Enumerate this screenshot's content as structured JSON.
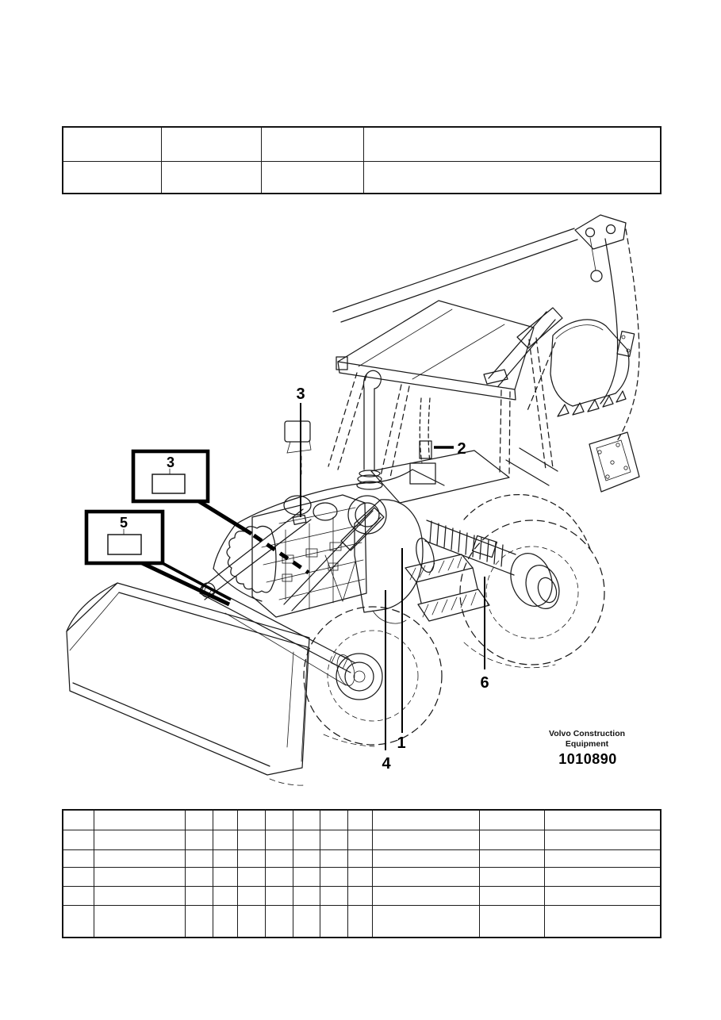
{
  "page": {
    "background": "#ffffff",
    "ink_color": "#1a1a1a",
    "accent_color": "#000000"
  },
  "header_table": {
    "rows": 2,
    "columns": 4,
    "cells": [
      [
        "",
        "",
        "",
        ""
      ],
      [
        "",
        "",
        "",
        ""
      ]
    ]
  },
  "figure": {
    "description": "backhoe-loader-line-drawing",
    "callouts": {
      "c1": "1",
      "c2": "2",
      "c3": "3",
      "c4": "4",
      "c6": "6"
    },
    "decal_boxes": {
      "box3_label": "3",
      "box5_label": "5"
    },
    "credit_line1": "Volvo Construction",
    "credit_line2": "Equipment",
    "figure_number": "1010890"
  },
  "parts_table": {
    "rows": 6,
    "columns": 12,
    "cells": [
      [
        "",
        "",
        "",
        "",
        "",
        "",
        "",
        "",
        "",
        "",
        "",
        ""
      ],
      [
        "",
        "",
        "",
        "",
        "",
        "",
        "",
        "",
        "",
        "",
        "",
        ""
      ],
      [
        "",
        "",
        "",
        "",
        "",
        "",
        "",
        "",
        "",
        "",
        "",
        ""
      ],
      [
        "",
        "",
        "",
        "",
        "",
        "",
        "",
        "",
        "",
        "",
        "",
        ""
      ],
      [
        "",
        "",
        "",
        "",
        "",
        "",
        "",
        "",
        "",
        "",
        "",
        ""
      ],
      [
        "",
        "",
        "",
        "",
        "",
        "",
        "",
        "",
        "",
        "",
        "",
        ""
      ]
    ]
  }
}
